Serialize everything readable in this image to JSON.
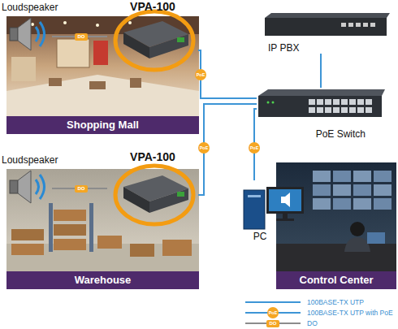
{
  "diagram": {
    "nodes": [
      {
        "text": [
          "Shopping Mall"
        ]
      },
      {
        "text": [
          "Loudspeaker"
        ],
        "in": 0
      },
      {
        "text": [
          "VPA-100"
        ],
        "in": 0
      },
      {
        "text": [
          "IP PBX"
        ]
      },
      {
        "text": [
          "PoE Switch"
        ]
      },
      {
        "text": [
          "Warehouse"
        ]
      },
      {
        "text": [
          "Loudspeaker"
        ],
        "in": 5
      },
      {
        "text": [
          "VPA-100"
        ],
        "in": 5
      },
      {
        "text": [
          "PC"
        ]
      },
      {
        "text": [
          "Control Center"
        ]
      }
    ],
    "edges": [
      {
        "from": 2,
        "to": 1,
        "label": "DO",
        "arrow": "none"
      },
      {
        "from": 7,
        "to": 6,
        "label": "DO",
        "arrow": "none"
      },
      {
        "from": 2,
        "to": 4,
        "label": "PoE",
        "arrow": "none"
      },
      {
        "from": 7,
        "to": 4,
        "label": "PoE",
        "arrow": "none"
      },
      {
        "from": 8,
        "to": 4,
        "label": "PoE",
        "arrow": "none"
      },
      {
        "from": 4,
        "to": 3,
        "arrow": "none"
      }
    ],
    "labels": [
      "PoE",
      "DO"
    ],
    "legend": [
      {
        "text": "100BASE-TX UTP"
      },
      {
        "text": "100BASE-TX UTP with PoE"
      },
      {
        "text": "DO"
      }
    ]
  }
}
